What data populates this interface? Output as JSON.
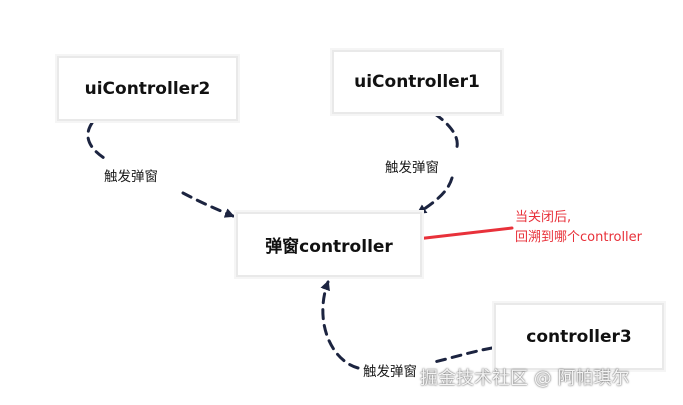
{
  "nodes": {
    "ui_controller_2": "uiController2",
    "ui_controller_1": "uiController1",
    "popup_controller": "弹窗controller",
    "controller_3": "controller3"
  },
  "edge_labels": {
    "left": "触发弹窗",
    "right": "触发弹窗",
    "bottom": "触发弹窗"
  },
  "annotation": {
    "line1": "当关闭后,",
    "line2": "回溯到哪个controller"
  },
  "watermark": "掘金技术社区 @ 阿帕琪尔",
  "colors": {
    "edge": "#1c2440",
    "annotation": "#e8313a"
  }
}
